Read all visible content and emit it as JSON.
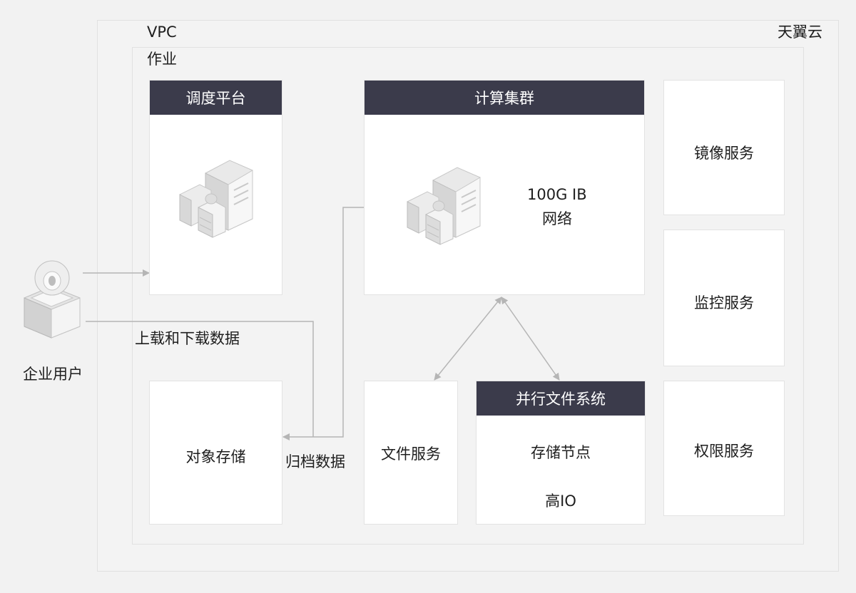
{
  "cloud_label": "天翼云",
  "vpc_label": "VPC",
  "job_label": "作业",
  "scheduler": {
    "title": "调度平台"
  },
  "cluster": {
    "title": "计算集群",
    "network_line1": "100G IB",
    "network_line2": "网络"
  },
  "services": {
    "mirror": "镜像服务",
    "monitor": "监控服务",
    "permission": "权限服务"
  },
  "file_service": "文件服务",
  "pfs": {
    "title": "并行文件系统",
    "node": "存储节点",
    "io": "高IO"
  },
  "object_storage": "对象存储",
  "user": {
    "label": "企业用户"
  },
  "edges": {
    "upload_download": "上载和下载数据",
    "archive": "归档数据"
  },
  "colors": {
    "header": "#3b3b4b",
    "line": "#b5b5b5",
    "card": "#ffffff",
    "background": "#f2f2f2"
  },
  "icons": {
    "user": "user-icon",
    "server": "server-icon"
  }
}
